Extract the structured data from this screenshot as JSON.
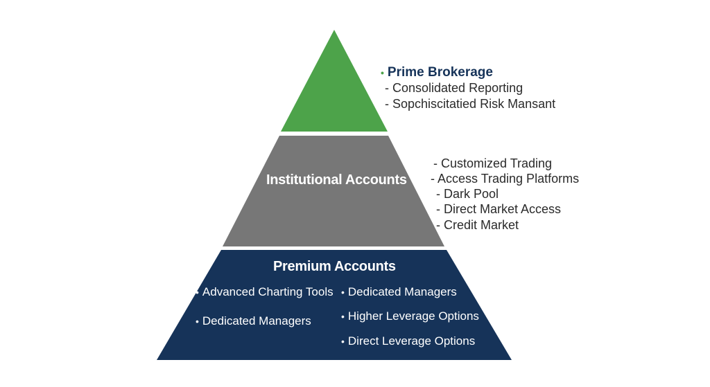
{
  "colors": {
    "top_tier": "#4da34a",
    "middle_tier": "#777777",
    "bottom_tier": "#163359",
    "heading_dark": "#163359",
    "bullet_green": "#4da34a",
    "body_text": "#2a2a2a"
  },
  "prime_brokerage": {
    "bullet": "•",
    "heading": "Prime Brokerage",
    "items": [
      "- Consolidated Reporting",
      "- Sopchiscitatied Risk Mansant"
    ]
  },
  "institutional": {
    "title": "Institutional Accounts",
    "items": [
      "- Customized Trading",
      "- Access Trading Platforms",
      "- Dark Pool",
      "- Direct Market Access",
      "- Credit Market"
    ]
  },
  "premium": {
    "title": "Premium Accounts",
    "bullet": "•",
    "left_items": [
      "Advanced Charting Tools",
      "Dedicated Managers"
    ],
    "right_items": [
      "Dedicated Managers",
      "Higher Leverage Options",
      "Direct Leverage Options"
    ]
  }
}
